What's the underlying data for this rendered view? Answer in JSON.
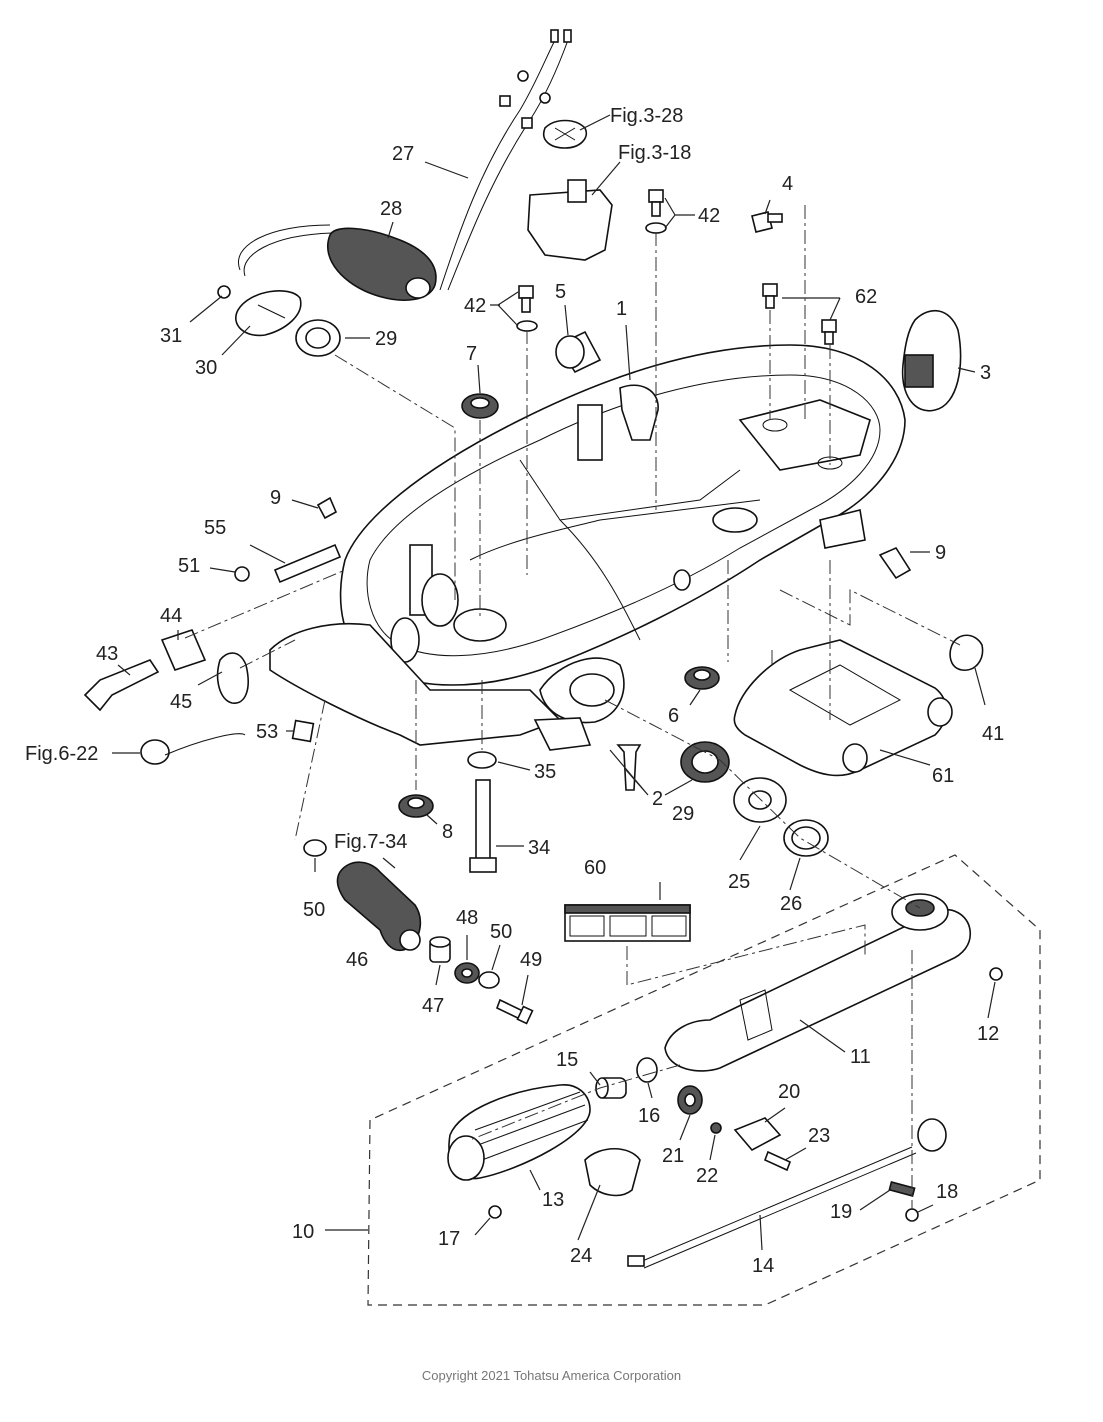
{
  "labels": [
    {
      "id": "1",
      "text": "1"
    },
    {
      "id": "2",
      "text": "2"
    },
    {
      "id": "3",
      "text": "3"
    },
    {
      "id": "4",
      "text": "4"
    },
    {
      "id": "5",
      "text": "5"
    },
    {
      "id": "6",
      "text": "6"
    },
    {
      "id": "7",
      "text": "7"
    },
    {
      "id": "8",
      "text": "8"
    },
    {
      "id": "9a",
      "text": "9"
    },
    {
      "id": "9b",
      "text": "9"
    },
    {
      "id": "10",
      "text": "10"
    },
    {
      "id": "11",
      "text": "11"
    },
    {
      "id": "12",
      "text": "12"
    },
    {
      "id": "13",
      "text": "13"
    },
    {
      "id": "14",
      "text": "14"
    },
    {
      "id": "15",
      "text": "15"
    },
    {
      "id": "16",
      "text": "16"
    },
    {
      "id": "17",
      "text": "17"
    },
    {
      "id": "18",
      "text": "18"
    },
    {
      "id": "19",
      "text": "19"
    },
    {
      "id": "20",
      "text": "20"
    },
    {
      "id": "21",
      "text": "21"
    },
    {
      "id": "22",
      "text": "22"
    },
    {
      "id": "23",
      "text": "23"
    },
    {
      "id": "24",
      "text": "24"
    },
    {
      "id": "25",
      "text": "25"
    },
    {
      "id": "26",
      "text": "26"
    },
    {
      "id": "27",
      "text": "27"
    },
    {
      "id": "28",
      "text": "28"
    },
    {
      "id": "29a",
      "text": "29"
    },
    {
      "id": "29b",
      "text": "29"
    },
    {
      "id": "30",
      "text": "30"
    },
    {
      "id": "31",
      "text": "31"
    },
    {
      "id": "34",
      "text": "34"
    },
    {
      "id": "35",
      "text": "35"
    },
    {
      "id": "41",
      "text": "41"
    },
    {
      "id": "42a",
      "text": "42"
    },
    {
      "id": "42b",
      "text": "42"
    },
    {
      "id": "43",
      "text": "43"
    },
    {
      "id": "44",
      "text": "44"
    },
    {
      "id": "45",
      "text": "45"
    },
    {
      "id": "46",
      "text": "46"
    },
    {
      "id": "47",
      "text": "47"
    },
    {
      "id": "48",
      "text": "48"
    },
    {
      "id": "49",
      "text": "49"
    },
    {
      "id": "50a",
      "text": "50"
    },
    {
      "id": "50b",
      "text": "50"
    },
    {
      "id": "51",
      "text": "51"
    },
    {
      "id": "53",
      "text": "53"
    },
    {
      "id": "55",
      "text": "55"
    },
    {
      "id": "60",
      "text": "60"
    },
    {
      "id": "61",
      "text": "61"
    },
    {
      "id": "62",
      "text": "62"
    },
    {
      "id": "fig3-28",
      "text": "Fig.3-28"
    },
    {
      "id": "fig3-18",
      "text": "Fig.3-18"
    },
    {
      "id": "fig6-22",
      "text": "Fig.6-22"
    },
    {
      "id": "fig7-34",
      "text": "Fig.7-34"
    }
  ],
  "copyright": "Copyright 2021 Tohatsu America Corporation"
}
